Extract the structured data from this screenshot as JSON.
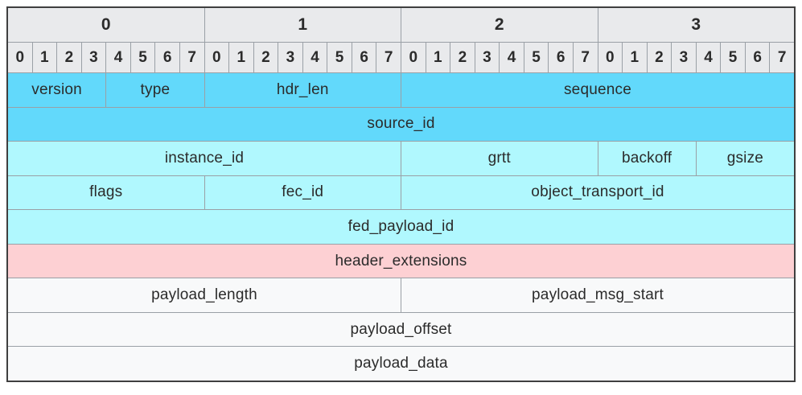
{
  "diagram": {
    "title": "packet-header-bit-layout",
    "byte_headers": [
      "0",
      "1",
      "2",
      "3"
    ],
    "bit_headers": [
      "0",
      "1",
      "2",
      "3",
      "4",
      "5",
      "6",
      "7"
    ],
    "bits_per_byte": 8,
    "total_bits": 32
  },
  "colors": {
    "header_bg": "#e9eaec",
    "field_blue": "#62d9fb",
    "field_cyan": "#b0f8fe",
    "field_pink": "#fdd0d3",
    "field_white": "#f8f9fa",
    "grid_line": "#9aa0a6",
    "outer_border": "#3f3f3f",
    "text": "#2b2b2b"
  },
  "rows": [
    {
      "fields": [
        {
          "label": "version",
          "bits": 4,
          "color": "field_blue"
        },
        {
          "label": "type",
          "bits": 4,
          "color": "field_blue"
        },
        {
          "label": "hdr_len",
          "bits": 8,
          "color": "field_blue"
        },
        {
          "label": "sequence",
          "bits": 16,
          "color": "field_blue"
        }
      ]
    },
    {
      "fields": [
        {
          "label": "source_id",
          "bits": 32,
          "color": "field_blue"
        }
      ]
    },
    {
      "fields": [
        {
          "label": "instance_id",
          "bits": 16,
          "color": "field_cyan"
        },
        {
          "label": "grtt",
          "bits": 8,
          "color": "field_cyan"
        },
        {
          "label": "backoff",
          "bits": 4,
          "color": "field_cyan"
        },
        {
          "label": "gsize",
          "bits": 4,
          "color": "field_cyan"
        }
      ]
    },
    {
      "fields": [
        {
          "label": "flags",
          "bits": 8,
          "color": "field_cyan"
        },
        {
          "label": "fec_id",
          "bits": 8,
          "color": "field_cyan"
        },
        {
          "label": "object_transport_id",
          "bits": 16,
          "color": "field_cyan"
        }
      ]
    },
    {
      "fields": [
        {
          "label": "fed_payload_id",
          "bits": 32,
          "color": "field_cyan"
        }
      ]
    },
    {
      "fields": [
        {
          "label": "header_extensions",
          "bits": 32,
          "color": "field_pink"
        }
      ]
    },
    {
      "fields": [
        {
          "label": "payload_length",
          "bits": 16,
          "color": "field_white"
        },
        {
          "label": "payload_msg_start",
          "bits": 16,
          "color": "field_white"
        }
      ]
    },
    {
      "fields": [
        {
          "label": "payload_offset",
          "bits": 32,
          "color": "field_white"
        }
      ]
    },
    {
      "fields": [
        {
          "label": "payload_data",
          "bits": 32,
          "color": "field_white"
        }
      ]
    }
  ]
}
